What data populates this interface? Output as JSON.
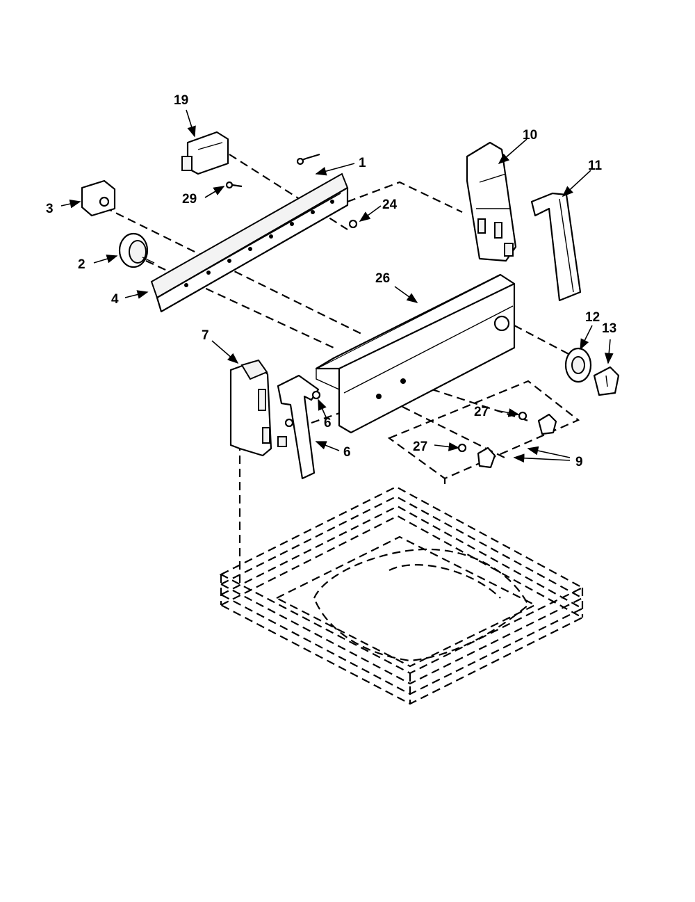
{
  "callouts": {
    "c19": "19",
    "c1": "1",
    "c10": "10",
    "c11": "11",
    "c3": "3",
    "c29": "29",
    "c24": "24",
    "c2": "2",
    "c4": "4",
    "c26": "26",
    "c12": "12",
    "c13": "13",
    "c7": "7",
    "c6a": "6",
    "c6b": "6",
    "c27a": "27",
    "c27b": "27",
    "c9": "9"
  }
}
